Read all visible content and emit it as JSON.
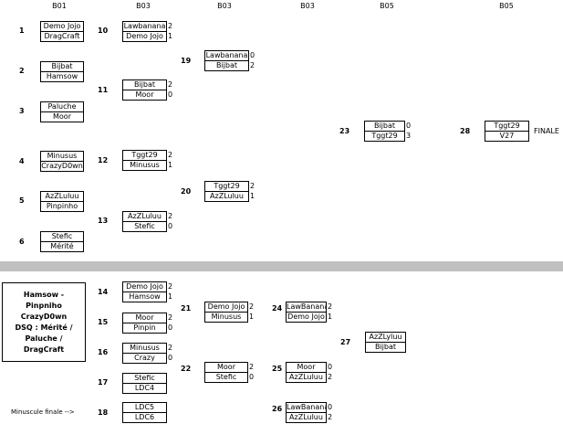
{
  "headers": [
    "B01",
    "B03",
    "B03",
    "B03",
    "B05",
    "B05"
  ],
  "finale_label": "FINALE",
  "dsq_lines": [
    "Hamsow -",
    "Pinpniho",
    "CrazyD0wn",
    "DSQ : Mérité /",
    "Paluche /",
    "DragCraft"
  ],
  "minuscule_label": "Minuscule finale -->",
  "matches": [
    {
      "num": "1",
      "p1": "Demo Jojo",
      "p2": "DragCraft",
      "s1": "",
      "s2": ""
    },
    {
      "num": "2",
      "p1": "Bijbat",
      "p2": "Hamsow",
      "s1": "",
      "s2": ""
    },
    {
      "num": "3",
      "p1": "Paluche",
      "p2": "Moor",
      "s1": "",
      "s2": ""
    },
    {
      "num": "4",
      "p1": "Minusus",
      "p2": "CrazyD0wn",
      "s1": "",
      "s2": ""
    },
    {
      "num": "5",
      "p1": "AzZLuluu",
      "p2": "Pinpinho",
      "s1": "",
      "s2": ""
    },
    {
      "num": "6",
      "p1": "Stefic",
      "p2": "Mérité",
      "s1": "",
      "s2": ""
    },
    {
      "num": "10",
      "p1": "Lawbanana",
      "p2": "Demo Jojo",
      "s1": "2",
      "s2": "1"
    },
    {
      "num": "11",
      "p1": "Bijbat",
      "p2": "Moor",
      "s1": "2",
      "s2": "0"
    },
    {
      "num": "12",
      "p1": "Tggt29",
      "p2": "Minusus",
      "s1": "2",
      "s2": "1"
    },
    {
      "num": "13",
      "p1": "AzZLuluu",
      "p2": "Stefic",
      "s1": "2",
      "s2": "0"
    },
    {
      "num": "19",
      "p1": "Lawbanana",
      "p2": "Bijbat",
      "s1": "0",
      "s2": "2"
    },
    {
      "num": "20",
      "p1": "Tggt29",
      "p2": "AzZLuluu",
      "s1": "2",
      "s2": "1"
    },
    {
      "num": "23",
      "p1": "Bijbat",
      "p2": "Tggt29",
      "s1": "0",
      "s2": "3"
    },
    {
      "num": "28",
      "p1": "Tggt29",
      "p2": "V27",
      "s1": "",
      "s2": ""
    },
    {
      "num": "14",
      "p1": "Demo Jojo",
      "p2": "Hamsow",
      "s1": "2",
      "s2": "1"
    },
    {
      "num": "15",
      "p1": "Moor",
      "p2": "Pinpin",
      "s1": "2",
      "s2": "0"
    },
    {
      "num": "16",
      "p1": "Minusus",
      "p2": "Crazy",
      "s1": "2",
      "s2": "0"
    },
    {
      "num": "17",
      "p1": "Stefic",
      "p2": "LDC4",
      "s1": "",
      "s2": ""
    },
    {
      "num": "18",
      "p1": "LDC5",
      "p2": "LDC6",
      "s1": "",
      "s2": ""
    },
    {
      "num": "21",
      "p1": "Demo Jojo",
      "p2": "Minusus",
      "s1": "2",
      "s2": "1"
    },
    {
      "num": "22",
      "p1": "Moor",
      "p2": "Stefic",
      "s1": "2",
      "s2": "0"
    },
    {
      "num": "24",
      "p1": "LawBanana",
      "p2": "Demo Jojo",
      "s1": "2",
      "s2": "1"
    },
    {
      "num": "25",
      "p1": "Moor",
      "p2": "AzZLuluu",
      "s1": "0",
      "s2": "2"
    },
    {
      "num": "26",
      "p1": "LawBanana",
      "p2": "AzZLuluu",
      "s1": "0",
      "s2": "2"
    },
    {
      "num": "27",
      "p1": "AzZLyluu",
      "p2": "Bijbat",
      "s1": "",
      "s2": ""
    }
  ]
}
